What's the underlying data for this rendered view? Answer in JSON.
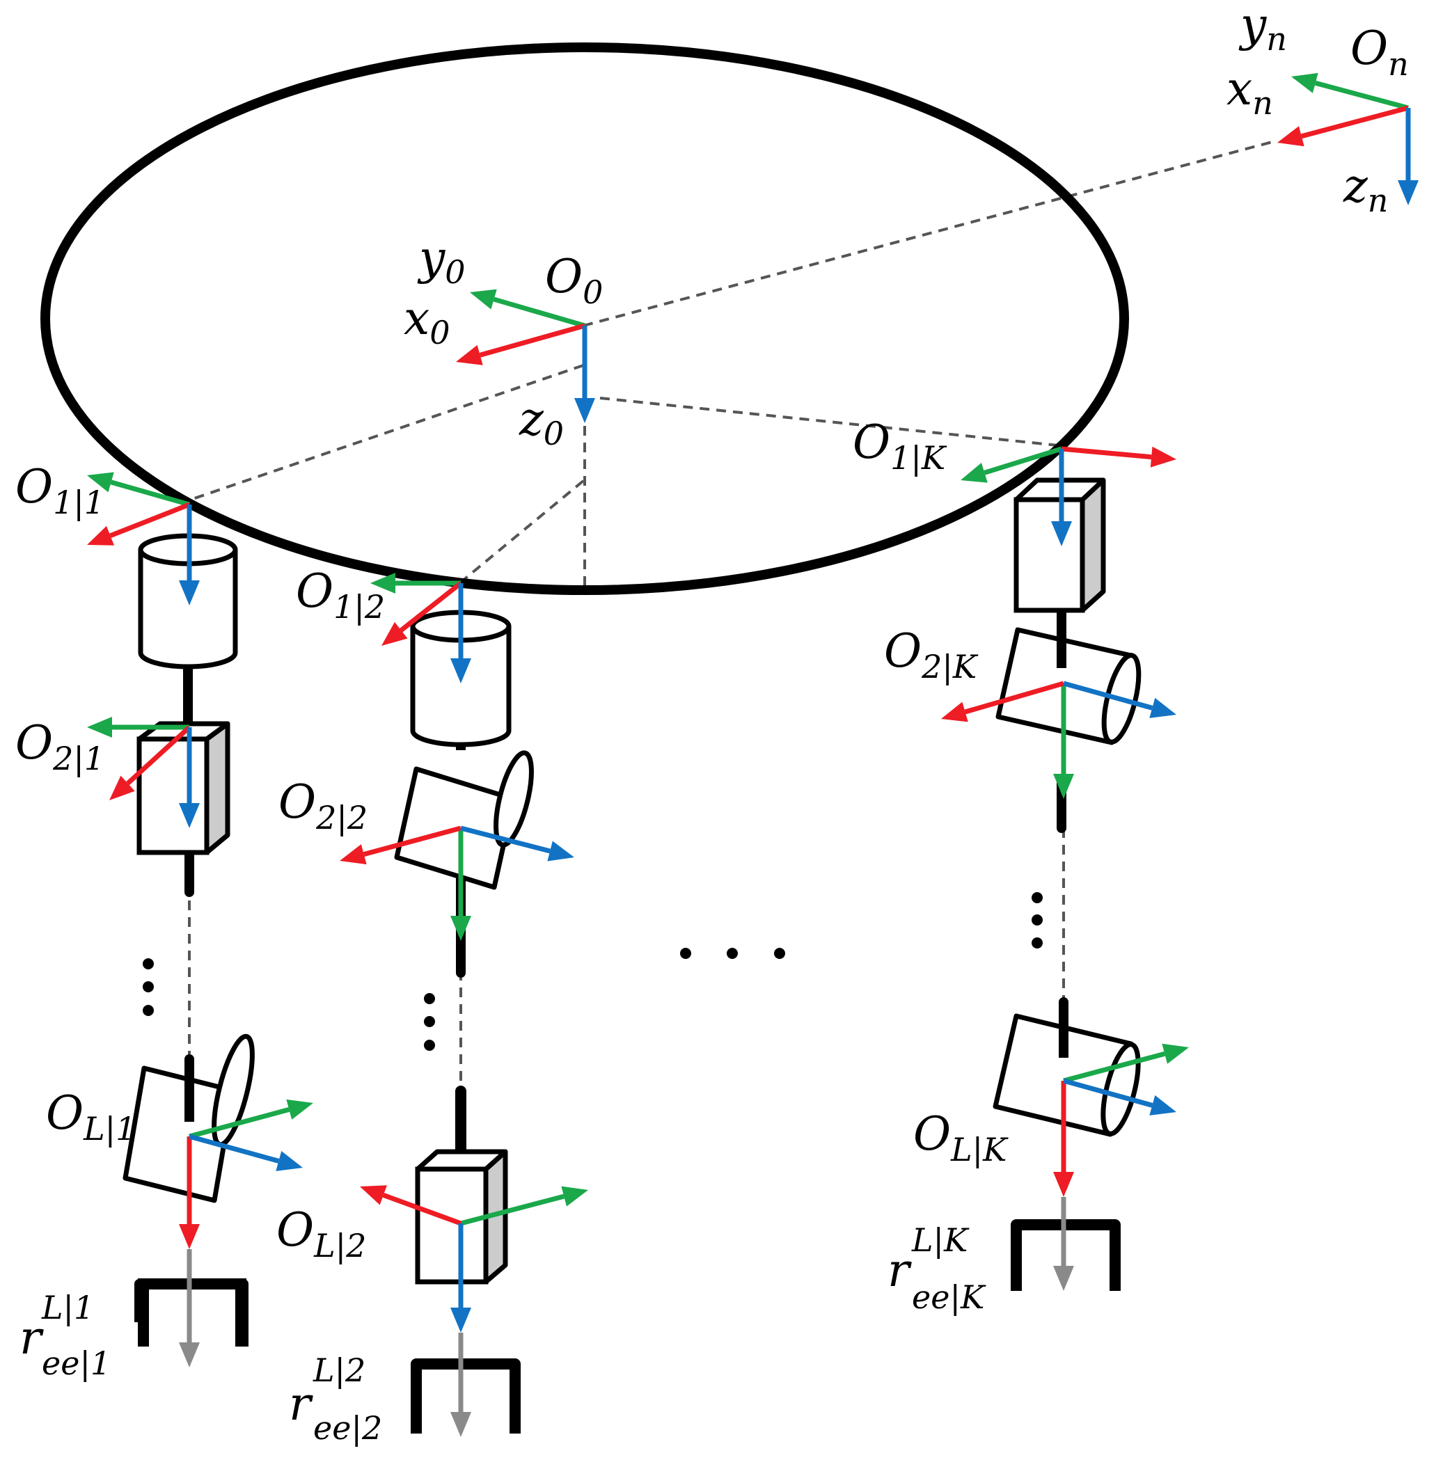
{
  "colors": {
    "x_axis": "#ee1c24",
    "y_axis": "#1aa84a",
    "z_axis": "#1273c4",
    "tool_axis": "#8a8a8a",
    "link": "#000000",
    "dashed": "#555555",
    "prism_side": "#cccccc"
  },
  "frames": {
    "On": {
      "letter": "O",
      "sub": "n",
      "x": "x",
      "x_sub": "n",
      "y": "y",
      "y_sub": "n",
      "z": "z",
      "z_sub": "n"
    },
    "O0": {
      "letter": "O",
      "sub": "0",
      "x": "x",
      "x_sub": "0",
      "y": "y",
      "y_sub": "0",
      "z": "z",
      "z_sub": "0"
    }
  },
  "joints": {
    "O11": {
      "letter": "O",
      "sub": "1|1"
    },
    "O12": {
      "letter": "O",
      "sub": "1|2"
    },
    "O1K": {
      "letter": "O",
      "sub": "1|K"
    },
    "O21": {
      "letter": "O",
      "sub": "2|1"
    },
    "O22": {
      "letter": "O",
      "sub": "2|2"
    },
    "O2K": {
      "letter": "O",
      "sub": "2|K"
    },
    "OL1": {
      "letter": "O",
      "sub": "L|1"
    },
    "OL2": {
      "letter": "O",
      "sub": "L|2"
    },
    "OLK": {
      "letter": "O",
      "sub": "L|K"
    }
  },
  "end_effectors": {
    "r1": {
      "letter": "r",
      "sup": "L|1",
      "sub": "ee|1"
    },
    "r2": {
      "letter": "r",
      "sup": "L|2",
      "sub": "ee|2"
    },
    "rK": {
      "letter": "r",
      "sup": "L|K",
      "sub": "ee|K"
    }
  }
}
